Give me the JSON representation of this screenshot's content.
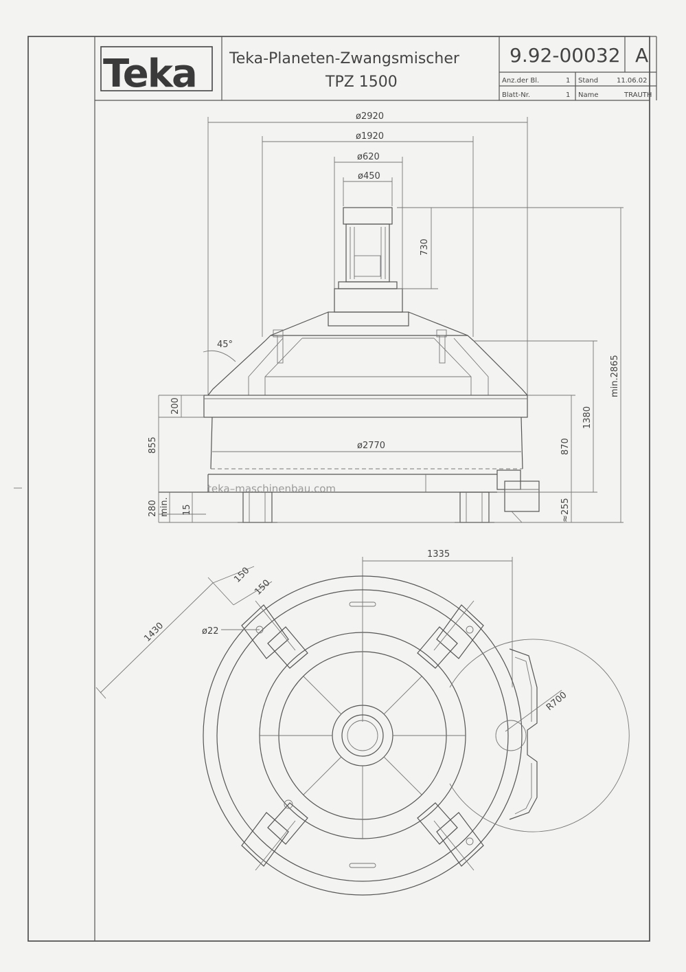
{
  "title_block": {
    "logo": "Teka",
    "title_line1": "Teka-Planeten-Zwangsmischer",
    "title_line2": "TPZ 1500",
    "drawing_number": "9.92-00032",
    "revision": "A",
    "label_sheets": "Anz.der Bl.",
    "value_sheets": "1",
    "label_sheet_no": "Blatt-Nr.",
    "value_sheet_no": "1",
    "label_date": "Stand",
    "value_date": "11.06.02",
    "label_name": "Name",
    "value_name": "TRAUTH"
  },
  "side_view": {
    "dim_d2920": "ø2920",
    "dim_d1920": "ø1920",
    "dim_d620": "ø620",
    "dim_d450": "ø450",
    "dim_730": "730",
    "dim_45deg": "45°",
    "dim_min2865": "min.2865",
    "dim_1380": "1380",
    "dim_200": "200",
    "dim_855": "855",
    "dim_870": "870",
    "dim_d2770": "ø2770",
    "dim_280": "280",
    "dim_min": "min.",
    "dim_15": "15",
    "dim_255": "≈255",
    "watermark": "teka–maschinenbau.com"
  },
  "top_view": {
    "dim_1335": "1335",
    "dim_150a": "150",
    "dim_150b": "150",
    "dim_1430": "1430",
    "dim_d22": "ø22",
    "dim_r700": "R700"
  }
}
